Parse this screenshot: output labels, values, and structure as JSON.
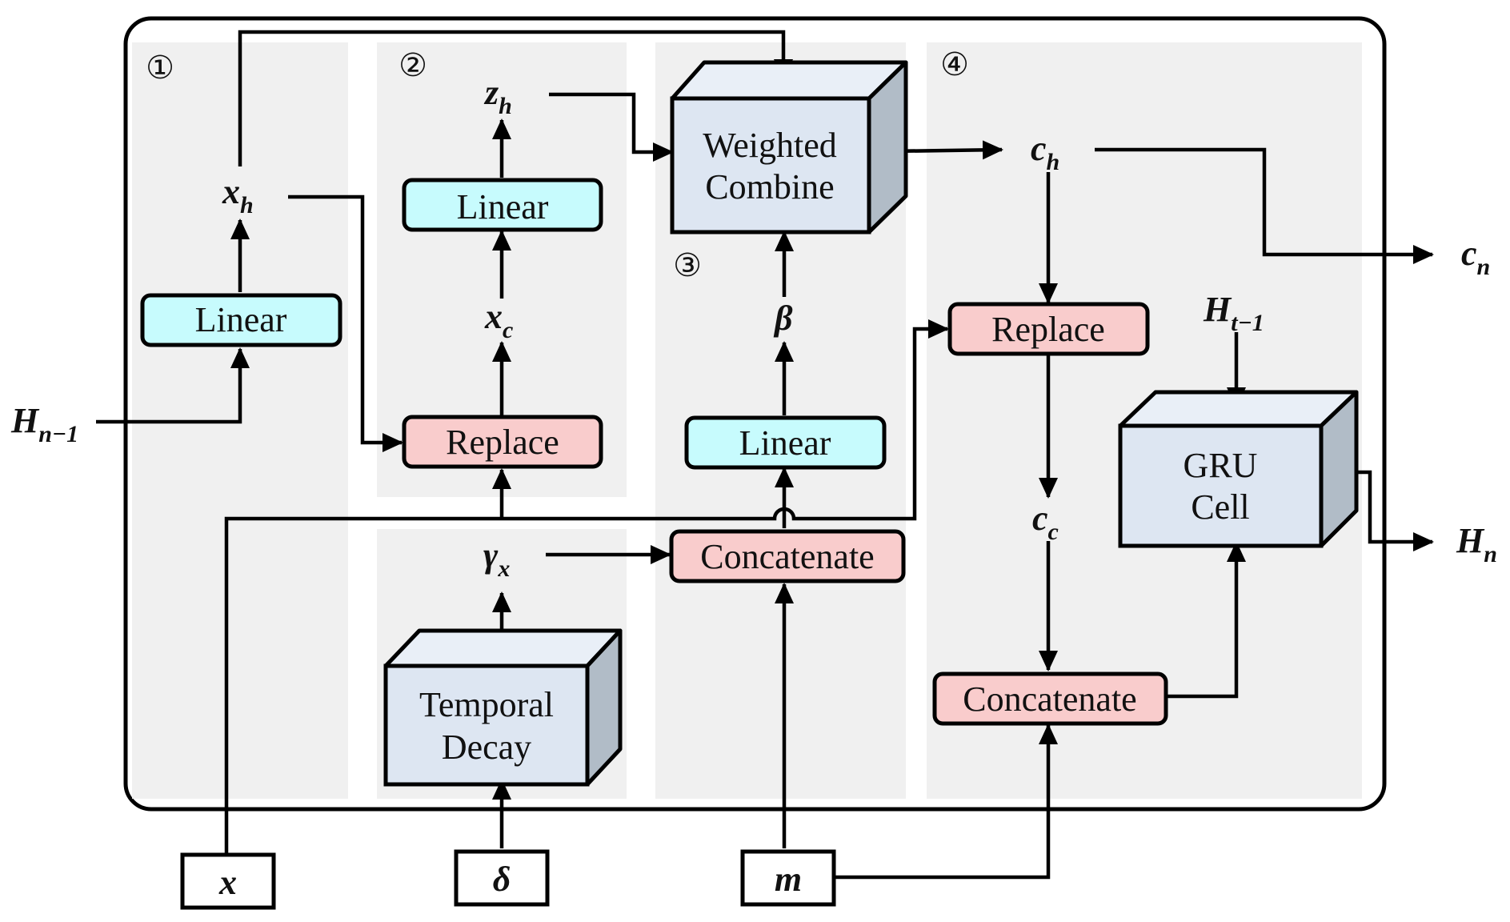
{
  "sections": [
    {
      "marker": "①"
    },
    {
      "marker": "②"
    },
    {
      "marker": "③"
    },
    {
      "marker": "④"
    }
  ],
  "blocks": {
    "linear_1": "Linear",
    "linear_2": "Linear",
    "replace_2": "Replace",
    "weighted_combine": [
      "Weighted",
      "Combine"
    ],
    "linear_3": "Linear",
    "concatenate_3": "Concatenate",
    "temporal_decay": [
      "Temporal",
      "Decay"
    ],
    "replace_4": "Replace",
    "gru_cell": [
      "GRU",
      "Cell"
    ],
    "concatenate_4": "Concatenate"
  },
  "variables": {
    "H_n_minus_1": {
      "base": "H",
      "sub": "n−1"
    },
    "x_h": {
      "base": "x",
      "sub": "h"
    },
    "z_h": {
      "base": "z",
      "sub": "h"
    },
    "x_c": {
      "base": "x",
      "sub": "c"
    },
    "beta": {
      "base": "β",
      "sub": ""
    },
    "gamma_x": {
      "base": "γ",
      "sub": "x"
    },
    "c_h": {
      "base": "c",
      "sub": "h"
    },
    "c_n": {
      "base": "c",
      "sub": "n"
    },
    "H_t_minus_1": {
      "base": "H",
      "sub": "t−1"
    },
    "c_c": {
      "base": "c",
      "sub": "c"
    },
    "H_n": {
      "base": "H",
      "sub": "n"
    }
  },
  "inputs": {
    "x": "x",
    "delta": "δ",
    "m": "m"
  },
  "colors": {
    "section_bg": "#f0f0f0",
    "linear_fill": "#c7fbfd",
    "replace_fill": "#f9cccc",
    "box3d_front": "#dde6f2",
    "box3d_top": "#e9eff7",
    "box3d_side": "#b1bcc7"
  }
}
